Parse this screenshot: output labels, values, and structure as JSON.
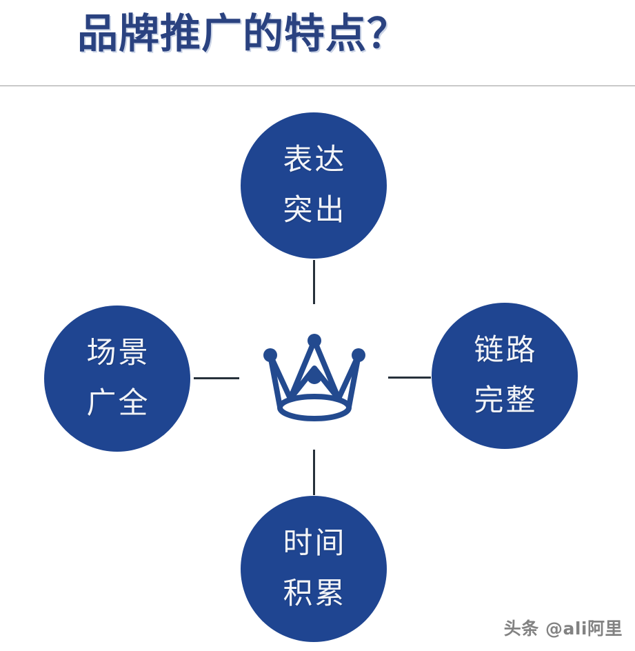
{
  "header": {
    "title": "品牌推广的特点？",
    "divider": true
  },
  "colors": {
    "title_blue": "#2a4280",
    "circle_blue": "#1f4591",
    "crown_blue": "#234a8f",
    "connector": "#26303a",
    "divider_grey": "#9a9a9a",
    "node_text": "#f2f4f8",
    "background": "#ffffff",
    "watermark_grey": "#6d6d6d"
  },
  "diagram": {
    "center_icon_name": "crown-icon",
    "nodes": [
      {
        "id": "top",
        "line1": "表达",
        "line2": "突出"
      },
      {
        "id": "left",
        "line1": "场景",
        "line2": "广全"
      },
      {
        "id": "right",
        "line1": "链路",
        "line2": "完整"
      },
      {
        "id": "bottom",
        "line1": "时间",
        "line2": "积累"
      }
    ]
  },
  "watermark": {
    "text": "头条 @ali阿里"
  }
}
